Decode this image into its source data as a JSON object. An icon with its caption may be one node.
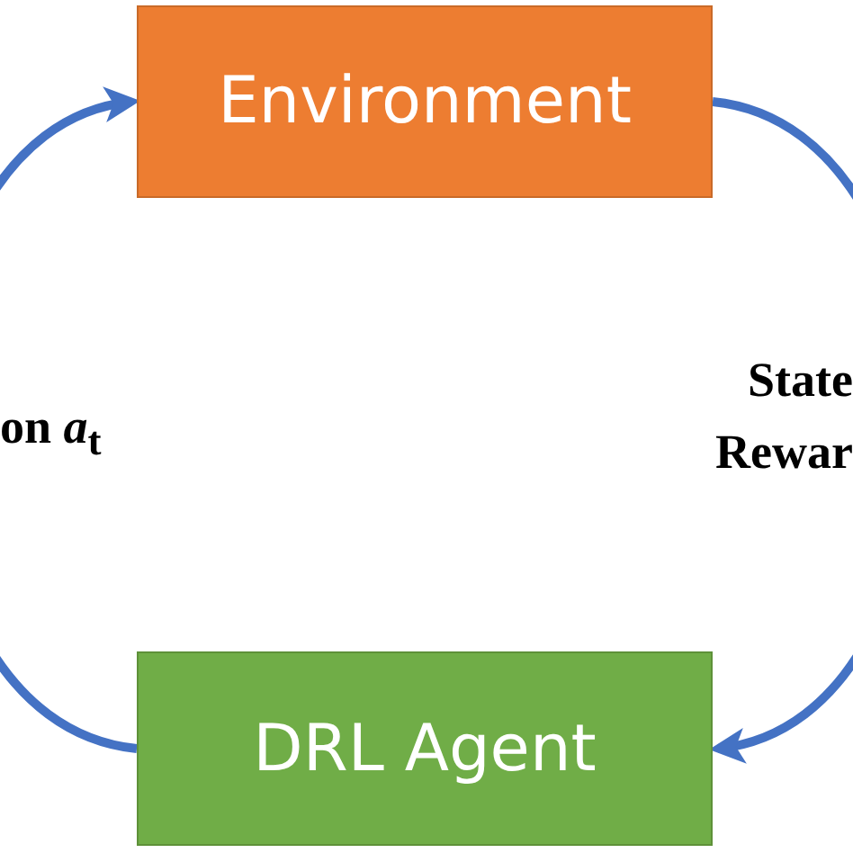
{
  "diagram": {
    "nodes": [
      {
        "text": [
          "Environment"
        ]
      },
      {
        "text": [
          "DRL Agent"
        ]
      }
    ],
    "edges": [
      {
        "from": 1,
        "to": 0,
        "arrow": "to"
      },
      {
        "from": 0,
        "to": 1,
        "arrow": "to"
      }
    ],
    "labels": [
      "on *a*$_{t}$",
      "State",
      "Rewar"
    ]
  }
}
